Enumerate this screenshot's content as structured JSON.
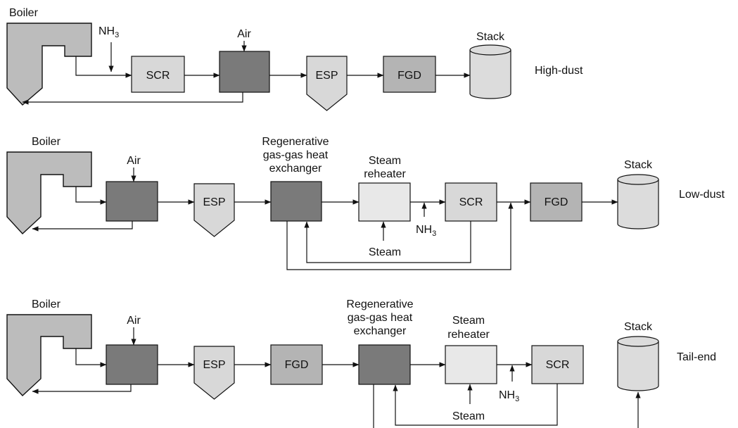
{
  "labels": {
    "boiler": "Boiler",
    "nh3": "NH",
    "nh3_sub": "3",
    "air": "Air",
    "scr": "SCR",
    "esp": "ESP",
    "fgd": "FGD",
    "stack": "Stack",
    "regen_line1": "Regenerative",
    "regen_line2": "gas-gas heat",
    "regen_line3": "exchanger",
    "steam_reheater_line1": "Steam",
    "steam_reheater_line2": "reheater",
    "steam": "Steam"
  },
  "configurations": {
    "high_dust": "High-dust",
    "low_dust": "Low-dust",
    "tail_end": "Tail-end"
  },
  "colors": {
    "boiler": "#bcbcbc",
    "air_heater": "#7a7a7a",
    "regen_exchanger": "#7a7a7a",
    "scr": "#d8d8d8",
    "fgd": "#b4b4b4",
    "esp": "#d8d8d8",
    "steam_reheater": "#e8e8e8",
    "stack": "#dcdcdc"
  }
}
